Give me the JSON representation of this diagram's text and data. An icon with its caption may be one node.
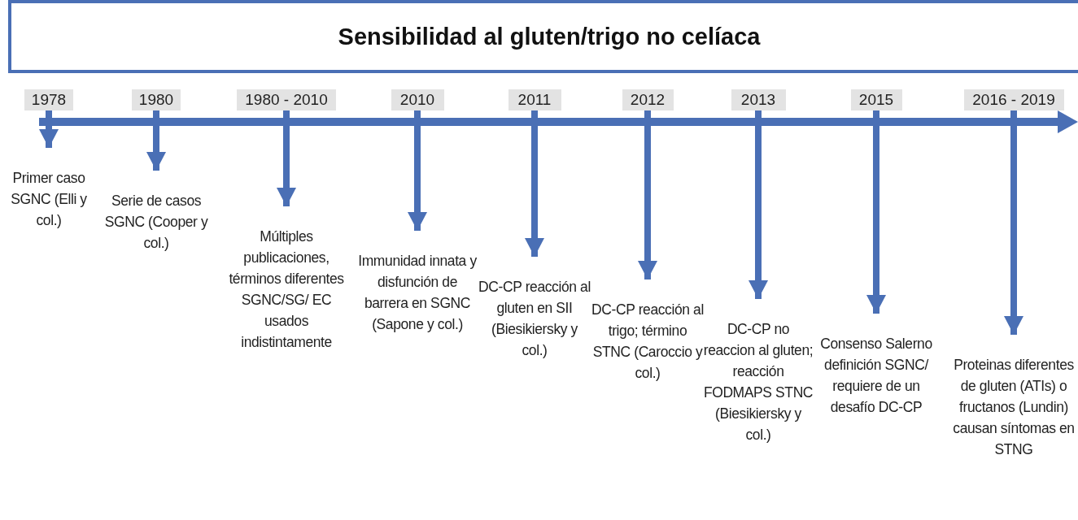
{
  "diagram": {
    "nodes": [
      {
        "text": [
          "Sensibilidad al gluten/trigo no celíaca"
        ]
      },
      {
        "text": [
          "1978"
        ]
      },
      {
        "text": [
          "1980"
        ]
      },
      {
        "text": [
          "1980 - 2010"
        ]
      },
      {
        "text": [
          "2010"
        ]
      },
      {
        "text": [
          "2011"
        ]
      },
      {
        "text": [
          "2012"
        ]
      },
      {
        "text": [
          "2013"
        ]
      },
      {
        "text": [
          "2015"
        ]
      },
      {
        "text": [
          "2016 - 2019"
        ]
      },
      {
        "text": [
          "Primer caso SGNC (Elli y col.)"
        ]
      },
      {
        "text": [
          "Serie de casos SGNC (Cooper y col.)"
        ]
      },
      {
        "text": [
          "Múltiples publicaciones, términos diferentes SGNC/SG/ EC usados indistintamente"
        ]
      },
      {
        "text": [
          "Immunidad innata y disfunción de barrera en SGNC (Sapone y col.)"
        ]
      },
      {
        "text": [
          "DC-CP reacción al gluten en SII (Biesikiersky y col.)"
        ]
      },
      {
        "text": [
          "DC-CP reacción al trigo; término STNC (Caroccio y col.)"
        ]
      },
      {
        "text": [
          "DC-CP no reaccion al gluten; reacción FODMAPS STNC (Biesikiersky y col.)"
        ]
      },
      {
        "text": [
          "Consenso Salerno definición SGNC/ requiere de un desafío DC-CP"
        ]
      },
      {
        "text": [
          "Proteinas diferentes de gluten (ATIs) o fructanos (Lundin) causan síntomas en STNG"
        ]
      }
    ],
    "edges": [
      {
        "from": 1,
        "to": 10,
        "arrow": "to"
      },
      {
        "from": 2,
        "to": 11,
        "arrow": "to"
      },
      {
        "from": 3,
        "to": 12,
        "arrow": "to"
      },
      {
        "from": 4,
        "to": 13,
        "arrow": "to"
      },
      {
        "from": 5,
        "to": 14,
        "arrow": "to"
      },
      {
        "from": 6,
        "to": 15,
        "arrow": "to"
      },
      {
        "from": 7,
        "to": 16,
        "arrow": "to"
      },
      {
        "from": 8,
        "to": 17,
        "arrow": "to"
      },
      {
        "from": 9,
        "to": 18,
        "arrow": "to"
      }
    ]
  }
}
